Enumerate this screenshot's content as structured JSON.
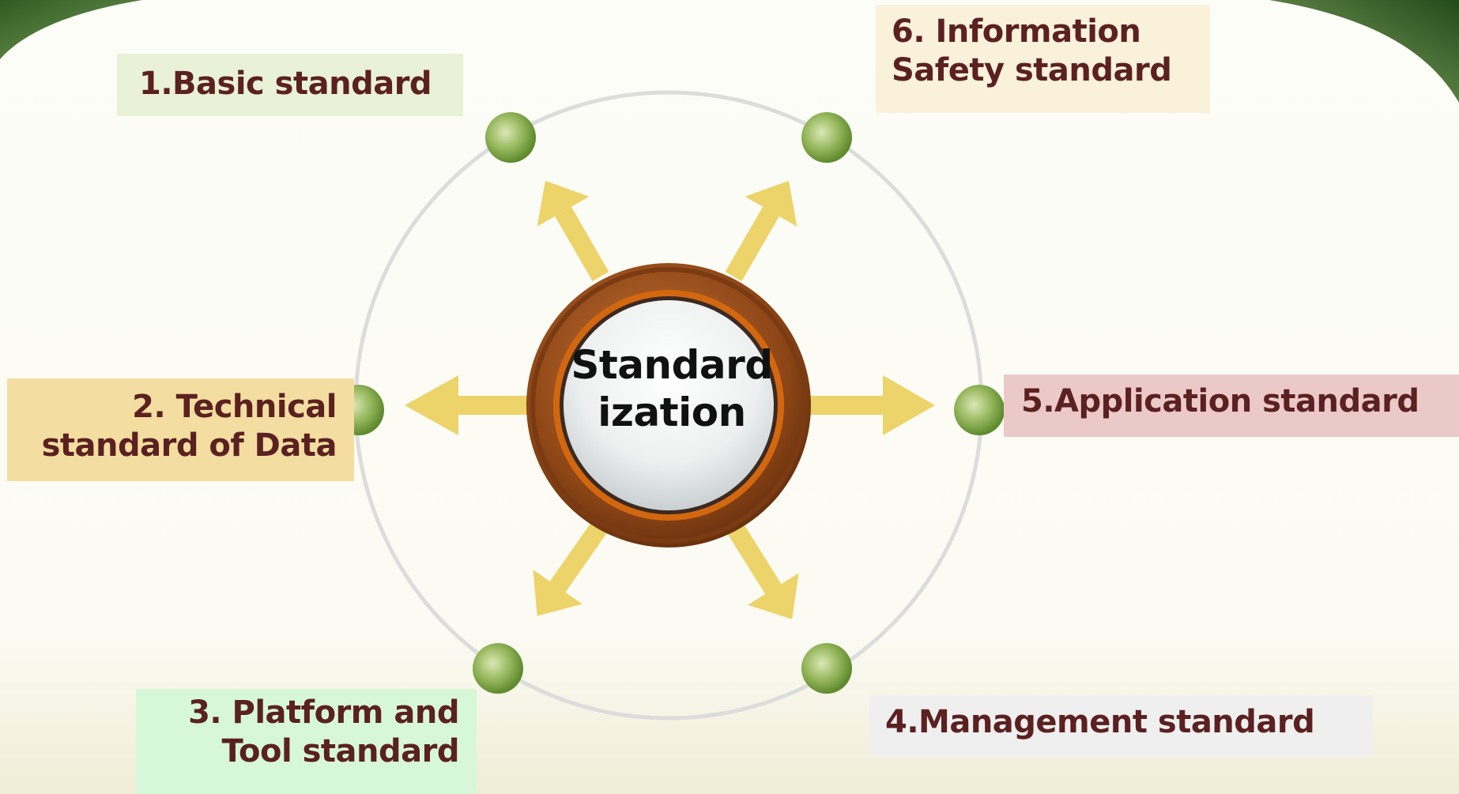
{
  "diagram": {
    "center": {
      "line1": "Standard",
      "line2": "ization"
    },
    "labels": [
      {
        "id": "1",
        "text": "1.Basic standard"
      },
      {
        "id": "2",
        "text": "2. Technical\nstandard of Data"
      },
      {
        "id": "3",
        "text": "3. Platform and\nTool  standard"
      },
      {
        "id": "4",
        "text": "4.Management standard"
      },
      {
        "id": "5",
        "text": "5.Application standard"
      },
      {
        "id": "6",
        "text": "6. Information\nSafety standard"
      }
    ]
  },
  "colors": {
    "text": "#5b2121",
    "arrow": "#ecd36a",
    "orbit": "#dcdcdc",
    "node": "#7da047",
    "ring_outer": "#8b3f12",
    "ring_inner": "#d66a12"
  }
}
